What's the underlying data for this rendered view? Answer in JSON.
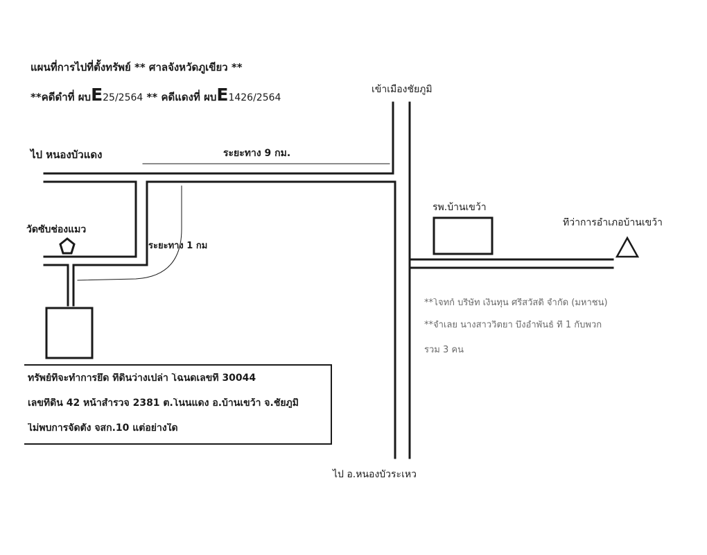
{
  "header": {
    "title": "แผนที่การไปที่ตั้งทรัพย์ ** ศาลจังหวัดภูเขียว **",
    "case_black_prefix": "**คดีดำที่ ผบ",
    "case_black_letter": "E",
    "case_black_no": "25/2564",
    "case_red_prefix": " ** คดีแดงที่ ผบ",
    "case_red_letter": "E",
    "case_red_no": "1426/2564"
  },
  "map": {
    "north_label": "เข้าเมืองชัยภูมิ",
    "west_label": "ไป    หนองบัวแดง",
    "distance_9": "ระยะทาง 9  กม.",
    "distance_1": "ระยะทาง 1  กม",
    "hospital_label": "รพ.บ้านเขว้า",
    "district_office_label": "ที่ว่าการอำเภอบ้านเขว้า",
    "temple_label": "วัดซับช่องแมว",
    "south_label": "ไป อ.หนองบัวระเหว",
    "temple_icon": "pentagon-icon",
    "office_icon": "triangle-icon"
  },
  "parties": {
    "line1": "**โจทก์ บริษัท เงินทุน ศรีสวัสดิ์ จำกัด (มหาชน)",
    "line2": "**จำเลย นางสาววิตยา บึงอำพันธ์ ที่ 1 กับพวก",
    "line3": "รวม 3 คน"
  },
  "property": {
    "line1": "ทรัพย์ที่จะทำการยึด ที่ดินว่างเปล่า โฉนดเลขที่ 30044",
    "line2": "เลขที่ดิน 42  หน้าสำรวจ 2381  ต.โนนแดง อ.บ้านเขว้า จ.ชัยภูมิ",
    "line3": "ไม่พบการจัดตั้ง จสก.10  แต่อย่างใด"
  }
}
